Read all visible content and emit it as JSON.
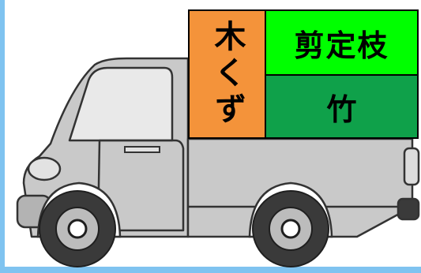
{
  "cargo": {
    "wood": {
      "label": "木くず"
    },
    "pruned_branches": {
      "label": "剪定枝"
    },
    "bamboo": {
      "label": "竹"
    }
  },
  "colors": {
    "page_border": "#7fc3f0",
    "wood_fill": "#f4933a",
    "pruned_fill": "#00ff00",
    "bamboo_fill": "#0fa14a",
    "truck_body": "#c9c9c9",
    "truck_outline": "#333333",
    "tire": "#3a3a3a"
  }
}
